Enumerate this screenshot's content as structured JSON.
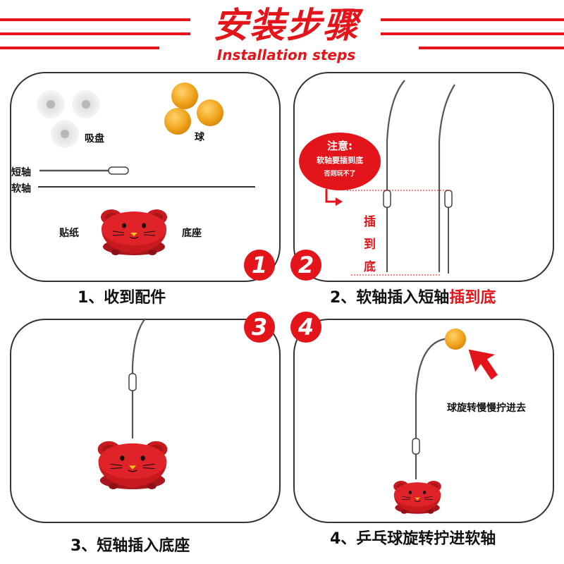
{
  "header": {
    "title_cn": "安装步骤",
    "title_en": "Installation steps"
  },
  "colors": {
    "accent": "#e4141b"
  },
  "step1": {
    "number": "1",
    "caption": "1、收到配件",
    "labels": {
      "suction": "吸盘",
      "ball": "球",
      "short_shaft": "短轴",
      "soft_shaft": "软轴",
      "sticker": "贴纸",
      "base": "底座"
    }
  },
  "step2": {
    "number": "2",
    "caption_prefix": "2、软轴插入短轴",
    "caption_highlight": "插到底",
    "note": {
      "title": "注意:",
      "line1": "软轴要插到底",
      "line2": "否则玩不了"
    },
    "vertical": [
      "插",
      "到",
      "底"
    ]
  },
  "step3": {
    "number": "3",
    "caption": "3、短轴插入底座"
  },
  "step4": {
    "number": "4",
    "caption": "4、乒乓球旋转拧进软轴",
    "hint": "球旋转慢慢拧进去"
  }
}
